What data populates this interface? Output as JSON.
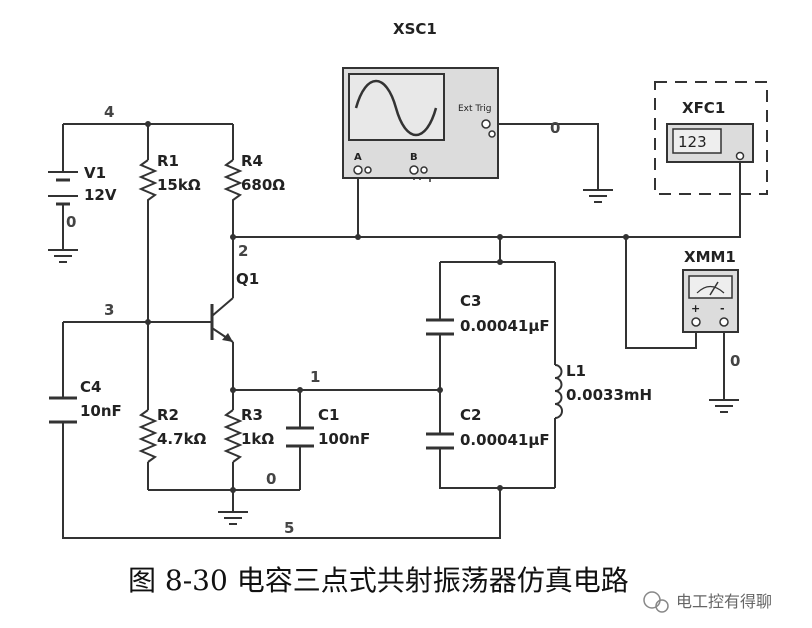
{
  "instruments": {
    "xsc1": {
      "name": "XSC1",
      "ext_trig": "Ext Trig",
      "ch_a": "A",
      "ch_b": "B"
    },
    "xfc1": {
      "name": "XFC1",
      "display": "123"
    },
    "xmm1": {
      "name": "XMM1",
      "plus": "+",
      "minus": "-"
    }
  },
  "components": {
    "v1": {
      "ref": "V1",
      "value": "12V"
    },
    "r1": {
      "ref": "R1",
      "value": "15kΩ"
    },
    "r4": {
      "ref": "R4",
      "value": "680Ω"
    },
    "q1": {
      "ref": "Q1"
    },
    "c3": {
      "ref": "C3",
      "value": "0.00041μF"
    },
    "c2": {
      "ref": "C2",
      "value": "0.00041μF"
    },
    "l1": {
      "ref": "L1",
      "value": "0.0033mH"
    },
    "c4": {
      "ref": "C4",
      "value": "10nF"
    },
    "r2": {
      "ref": "R2",
      "value": "4.7kΩ"
    },
    "r3": {
      "ref": "R3",
      "value": "1kΩ"
    },
    "c1": {
      "ref": "C1",
      "value": "100nF"
    }
  },
  "nodes": {
    "n4": "4",
    "n2": "2",
    "n3": "3",
    "n1": "1",
    "n0_v1": "0",
    "n0_bottom": "0",
    "n0_scope": "0",
    "n0_meter": "0",
    "n5": "5"
  },
  "caption": "图 8-30   电容三点式共射振荡器仿真电路",
  "watermark": "电工控有得聊"
}
